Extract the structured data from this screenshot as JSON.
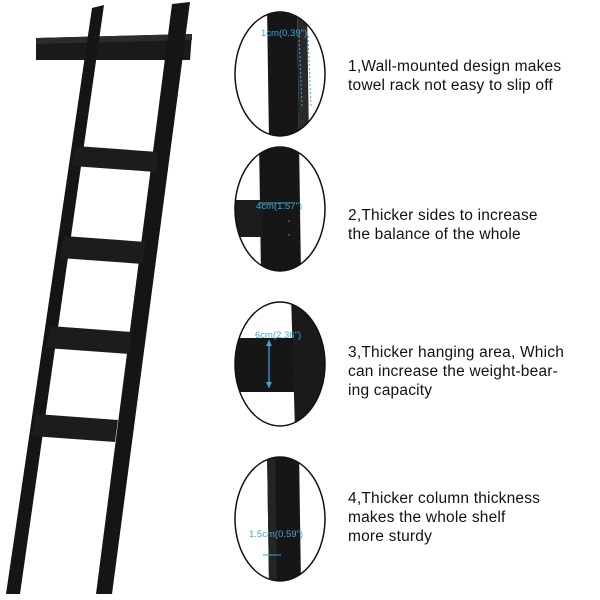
{
  "image": {
    "subject": "black wooden ladder towel rack with four detail callouts",
    "colors": {
      "wood": "#161616",
      "wood_edge": "#2a2a2a",
      "dimension": "#3fa7d6",
      "text": "#111111",
      "background": "#ffffff"
    }
  },
  "callouts": [
    {
      "dimension": "1cm(0.39\")",
      "lines": [
        "1,Wall-mounted design makes",
        "towel rack not easy to slip off"
      ]
    },
    {
      "dimension": "4cm(1.57\")",
      "lines": [
        "2,Thicker sides to increase",
        "the balance of the whole"
      ]
    },
    {
      "dimension": "6cm(2.36\")",
      "lines": [
        "3,Thicker hanging area, Which",
        "can increase the weight-bear-",
        "ing capacity"
      ]
    },
    {
      "dimension": "1.5cm(0.59\")",
      "lines": [
        "4,Thicker column thickness",
        "makes the whole shelf",
        "more sturdy"
      ]
    }
  ]
}
